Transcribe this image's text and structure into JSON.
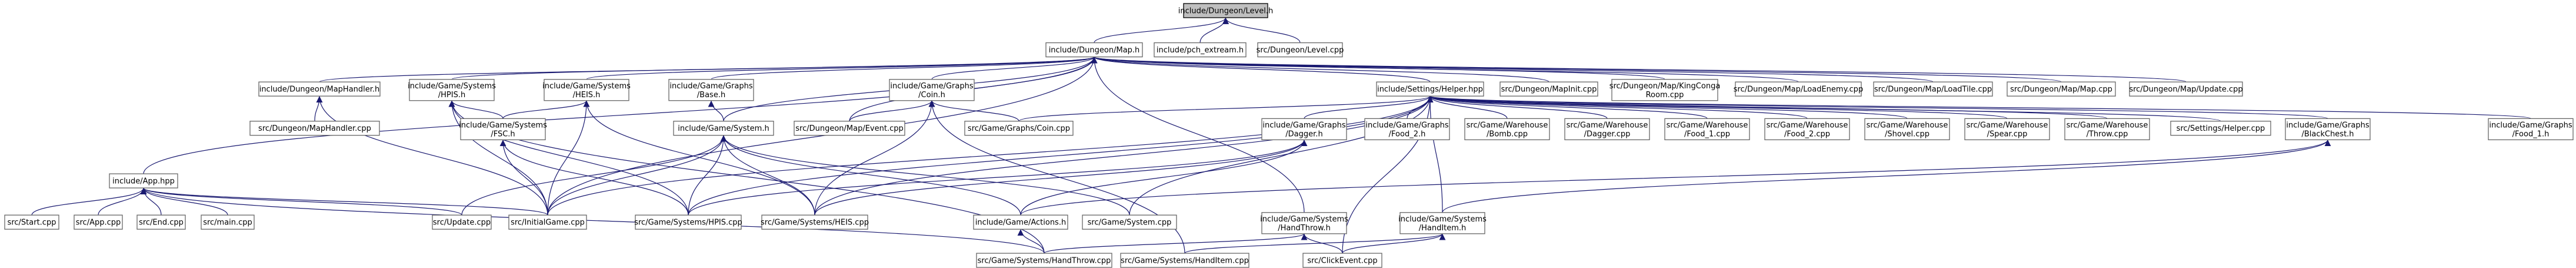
{
  "title": "",
  "nodes": [
    {
      "id": "level_h",
      "lines": [
        "include/Dungeon/Level.h"
      ],
      "root": true
    },
    {
      "id": "map_h",
      "lines": [
        "include/Dungeon/Map.h"
      ]
    },
    {
      "id": "pch",
      "lines": [
        "include/pch_extream.h"
      ]
    },
    {
      "id": "level_cpp",
      "lines": [
        "src/Dungeon/Level.cpp"
      ]
    },
    {
      "id": "app_hpp",
      "lines": [
        "include/App.hpp"
      ]
    },
    {
      "id": "maphandler_h",
      "lines": [
        "include/Dungeon/MapHandler.h"
      ]
    },
    {
      "id": "hpis_h",
      "lines": [
        "include/Game/Systems",
        "/HPIS.h"
      ]
    },
    {
      "id": "heis_h",
      "lines": [
        "include/Game/Systems",
        "/HEIS.h"
      ]
    },
    {
      "id": "base_h",
      "lines": [
        "include/Game/Graphs",
        "/Base.h"
      ]
    },
    {
      "id": "coin_h",
      "lines": [
        "include/Game/Graphs",
        "/Coin.h"
      ]
    },
    {
      "id": "settings_hpp",
      "lines": [
        "include/Settings/Helper.hpp"
      ]
    },
    {
      "id": "mapinit",
      "lines": [
        "src/Dungeon/MapInit.cpp"
      ]
    },
    {
      "id": "kingconga",
      "lines": [
        "src/Dungeon/Map/KingConga",
        "Room.cpp"
      ]
    },
    {
      "id": "loadenemy",
      "lines": [
        "src/Dungeon/Map/LoadEnemy.cpp"
      ]
    },
    {
      "id": "loadtile",
      "lines": [
        "src/Dungeon/Map/LoadTile.cpp"
      ]
    },
    {
      "id": "mapcpp",
      "lines": [
        "src/Dungeon/Map/Map.cpp"
      ]
    },
    {
      "id": "mapupdate",
      "lines": [
        "src/Dungeon/Map/Update.cpp"
      ]
    },
    {
      "id": "maphandler_cpp",
      "lines": [
        "src/Dungeon/MapHandler.cpp"
      ]
    },
    {
      "id": "fsc_h",
      "lines": [
        "include/Game/Systems",
        "/FSC.h"
      ]
    },
    {
      "id": "system_h",
      "lines": [
        "include/Game/System.h"
      ]
    },
    {
      "id": "mapevent",
      "lines": [
        "src/Dungeon/Map/Event.cpp"
      ]
    },
    {
      "id": "coincpp",
      "lines": [
        "src/Game/Graphs/Coin.cpp"
      ]
    },
    {
      "id": "dagger_h",
      "lines": [
        "include/Game/Graphs",
        "/Dagger.h"
      ]
    },
    {
      "id": "food2h",
      "lines": [
        "include/Game/Graphs",
        "/Food_2.h"
      ]
    },
    {
      "id": "bomb",
      "lines": [
        "src/Game/Warehouse",
        "/Bomb.cpp"
      ]
    },
    {
      "id": "wdagger",
      "lines": [
        "src/Game/Warehouse",
        "/Dagger.cpp"
      ]
    },
    {
      "id": "food1cpp",
      "lines": [
        "src/Game/Warehouse",
        "/Food_1.cpp"
      ]
    },
    {
      "id": "food2cpp",
      "lines": [
        "src/Game/Warehouse",
        "/Food_2.cpp"
      ]
    },
    {
      "id": "shovel",
      "lines": [
        "src/Game/Warehouse",
        "/Shovel.cpp"
      ]
    },
    {
      "id": "spear",
      "lines": [
        "src/Game/Warehouse",
        "/Spear.cpp"
      ]
    },
    {
      "id": "throw",
      "lines": [
        "src/Game/Warehouse",
        "/Throw.cpp"
      ]
    },
    {
      "id": "helpercpp",
      "lines": [
        "src/Settings/Helper.cpp"
      ]
    },
    {
      "id": "blackchest",
      "lines": [
        "include/Game/Graphs",
        "/BlackChest.h"
      ]
    },
    {
      "id": "food1h",
      "lines": [
        "include/Game/Graphs",
        "/Food_1.h"
      ]
    },
    {
      "id": "start",
      "lines": [
        "src/Start.cpp"
      ]
    },
    {
      "id": "appcpp",
      "lines": [
        "src/App.cpp"
      ]
    },
    {
      "id": "endcpp",
      "lines": [
        "src/End.cpp"
      ]
    },
    {
      "id": "maincpp",
      "lines": [
        "src/main.cpp"
      ]
    },
    {
      "id": "updatecpp",
      "lines": [
        "src/Update.cpp"
      ]
    },
    {
      "id": "initialgame",
      "lines": [
        "src/InitialGame.cpp"
      ]
    },
    {
      "id": "hpiscpp",
      "lines": [
        "src/Game/Systems/HPIS.cpp"
      ]
    },
    {
      "id": "heiscpp",
      "lines": [
        "src/Game/Systems/HEIS.cpp"
      ]
    },
    {
      "id": "actions_h",
      "lines": [
        "include/Game/Actions.h"
      ]
    },
    {
      "id": "systemcpp",
      "lines": [
        "src/Game/System.cpp"
      ]
    },
    {
      "id": "handthrow_h",
      "lines": [
        "include/Game/Systems",
        "/HandThrow.h"
      ]
    },
    {
      "id": "handitem_h",
      "lines": [
        "include/Game/Systems",
        "/HandItem.h"
      ]
    },
    {
      "id": "handthrowcpp",
      "lines": [
        "src/Game/Systems/HandThrow.cpp"
      ]
    },
    {
      "id": "handitemcpp",
      "lines": [
        "src/Game/Systems/HandItem.cpp"
      ]
    },
    {
      "id": "clickevent",
      "lines": [
        "src/ClickEvent.cpp"
      ]
    }
  ],
  "edges": [
    [
      "map_h",
      "level_h"
    ],
    [
      "pch",
      "level_h"
    ],
    [
      "level_cpp",
      "level_h"
    ],
    [
      "app_hpp",
      "map_h"
    ],
    [
      "maphandler_h",
      "map_h"
    ],
    [
      "hpis_h",
      "map_h"
    ],
    [
      "heis_h",
      "map_h"
    ],
    [
      "base_h",
      "map_h"
    ],
    [
      "coin_h",
      "map_h"
    ],
    [
      "settings_hpp",
      "map_h"
    ],
    [
      "mapinit",
      "map_h"
    ],
    [
      "kingconga",
      "map_h"
    ],
    [
      "loadenemy",
      "map_h"
    ],
    [
      "loadtile",
      "map_h"
    ],
    [
      "mapcpp",
      "map_h"
    ],
    [
      "mapupdate",
      "map_h"
    ],
    [
      "system_h",
      "map_h"
    ],
    [
      "mapevent",
      "map_h"
    ],
    [
      "handthrow_h",
      "map_h"
    ],
    [
      "initialgame",
      "map_h"
    ],
    [
      "start",
      "app_hpp"
    ],
    [
      "appcpp",
      "app_hpp"
    ],
    [
      "endcpp",
      "app_hpp"
    ],
    [
      "maincpp",
      "app_hpp"
    ],
    [
      "updatecpp",
      "app_hpp"
    ],
    [
      "initialgame",
      "app_hpp"
    ],
    [
      "handthrowcpp",
      "app_hpp"
    ],
    [
      "maphandler_cpp",
      "maphandler_h"
    ],
    [
      "initialgame",
      "maphandler_h"
    ],
    [
      "fsc_h",
      "hpis_h"
    ],
    [
      "hpiscpp",
      "hpis_h"
    ],
    [
      "initialgame",
      "hpis_h"
    ],
    [
      "handthrowcpp",
      "hpis_h"
    ],
    [
      "fsc_h",
      "heis_h"
    ],
    [
      "heiscpp",
      "heis_h"
    ],
    [
      "initialgame",
      "heis_h"
    ],
    [
      "system_h",
      "base_h"
    ],
    [
      "mapevent",
      "coin_h"
    ],
    [
      "coincpp",
      "coin_h"
    ],
    [
      "heiscpp",
      "coin_h"
    ],
    [
      "handitemcpp",
      "coin_h"
    ],
    [
      "coincpp",
      "settings_hpp"
    ],
    [
      "dagger_h",
      "settings_hpp"
    ],
    [
      "food2h",
      "settings_hpp"
    ],
    [
      "bomb",
      "settings_hpp"
    ],
    [
      "wdagger",
      "settings_hpp"
    ],
    [
      "food1cpp",
      "settings_hpp"
    ],
    [
      "food2cpp",
      "settings_hpp"
    ],
    [
      "shovel",
      "settings_hpp"
    ],
    [
      "spear",
      "settings_hpp"
    ],
    [
      "throw",
      "settings_hpp"
    ],
    [
      "helpercpp",
      "settings_hpp"
    ],
    [
      "blackchest",
      "settings_hpp"
    ],
    [
      "food1h",
      "settings_hpp"
    ],
    [
      "initialgame",
      "settings_hpp"
    ],
    [
      "hpiscpp",
      "settings_hpp"
    ],
    [
      "heiscpp",
      "settings_hpp"
    ],
    [
      "systemcpp",
      "settings_hpp"
    ],
    [
      "handitem_h",
      "settings_hpp"
    ],
    [
      "clickevent",
      "settings_hpp"
    ],
    [
      "hpiscpp",
      "fsc_h"
    ],
    [
      "initialgame",
      "fsc_h"
    ],
    [
      "updatecpp",
      "system_h"
    ],
    [
      "initialgame",
      "system_h"
    ],
    [
      "hpiscpp",
      "system_h"
    ],
    [
      "heiscpp",
      "system_h"
    ],
    [
      "actions_h",
      "system_h"
    ],
    [
      "systemcpp",
      "system_h"
    ],
    [
      "heiscpp",
      "dagger_h"
    ],
    [
      "actions_h",
      "dagger_h"
    ],
    [
      "hpiscpp",
      "dagger_h"
    ],
    [
      "actions_h",
      "blackchest"
    ],
    [
      "handitem_h",
      "blackchest"
    ],
    [
      "handthrowcpp",
      "actions_h"
    ],
    [
      "handthrowcpp",
      "handthrow_h"
    ],
    [
      "clickevent",
      "handthrow_h"
    ],
    [
      "handitemcpp",
      "handitem_h"
    ],
    [
      "clickevent",
      "handitem_h"
    ]
  ]
}
